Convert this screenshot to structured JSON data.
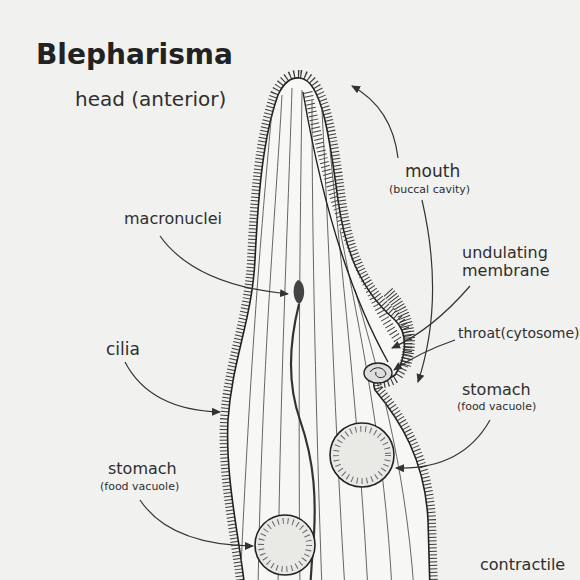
{
  "diagram": {
    "title": "Blepharisma",
    "labels": [
      "head (anterior)",
      "mouth",
      "(buccal cavity)",
      "macronuclei",
      "undulating membrane",
      "throat(cytosome)",
      "cilia",
      "stomach",
      "(food vacuole)",
      "stomach",
      "(food vacuole)",
      "contractile"
    ]
  }
}
